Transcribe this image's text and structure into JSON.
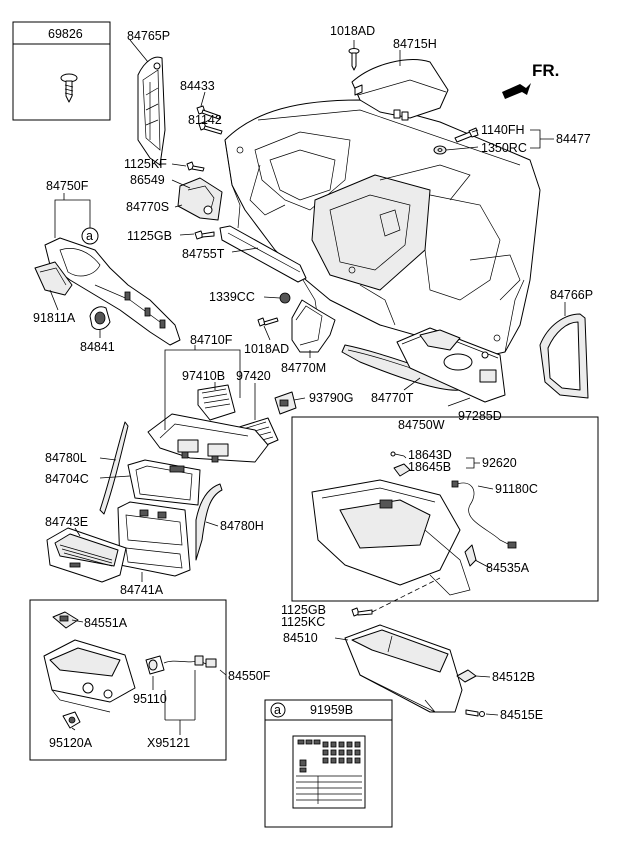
{
  "direction": {
    "label": "FR."
  },
  "callout": {
    "circle_letter": "a"
  },
  "legend_box": {
    "part_number": "69826"
  },
  "label_box": {
    "part_number": "91959B"
  },
  "parts": {
    "p84765P": "84765P",
    "p1018AD_top": "1018AD",
    "p84715H": "84715H",
    "p84433": "84433",
    "p81142": "81142",
    "p1125KF": "1125KF",
    "p86549": "86549",
    "p1140FH": "1140FH",
    "p1350RC": "1350RC",
    "p84477": "84477",
    "p84750F": "84750F",
    "p84770S": "84770S",
    "p1125GB_left": "1125GB",
    "p84755T": "84755T",
    "p91811A": "91811A",
    "p84841": "84841",
    "p1339CC": "1339CC",
    "p1018AD_mid": "1018AD",
    "p84766P": "84766P",
    "p84770M": "84770M",
    "p84710F": "84710F",
    "p97410B": "97410B",
    "p97420": "97420",
    "p93790G": "93790G",
    "p84770T": "84770T",
    "p97285D": "97285D",
    "p84750W": "84750W",
    "p18643D": "18643D",
    "p18645B": "18645B",
    "p92620": "92620",
    "p91180C": "91180C",
    "p84780L": "84780L",
    "p84704C": "84704C",
    "p84780H": "84780H",
    "p84743E": "84743E",
    "p84741A": "84741A",
    "p84535A": "84535A",
    "p1125GB_glove": "1125GB",
    "p1125KC": "1125KC",
    "p84510": "84510",
    "p84551A": "84551A",
    "p84550F": "84550F",
    "p95110": "95110",
    "p95120A": "95120A",
    "pX95121": "X95121",
    "p84512B": "84512B",
    "p84515E": "84515E"
  }
}
